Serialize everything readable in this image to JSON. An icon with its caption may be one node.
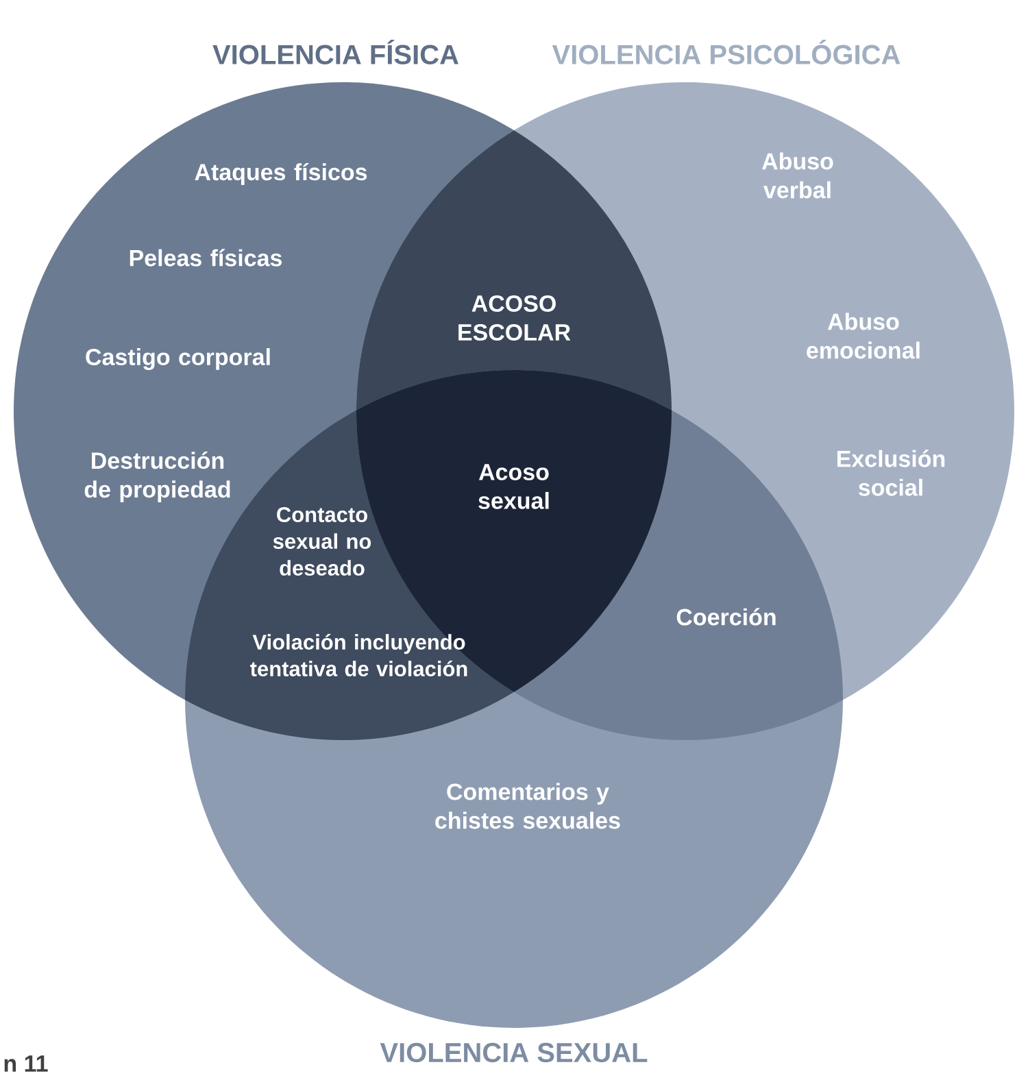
{
  "diagram": {
    "nodes": [
      {
        "text": [
          "VIOLENCIA FÍSICA",
          "Ataques físicos",
          "Peleas físicas",
          "Castigo corporal",
          "Destrucción de propiedad"
        ]
      },
      {
        "text": [
          "VIOLENCIA PSICOLÓGICA",
          "Abuso verbal",
          "Abuso emocional",
          "Exclusión social"
        ]
      },
      {
        "text": [
          "Comentarios y chistes sexuales",
          "VIOLENCIA SEXUAL"
        ]
      }
    ],
    "labels": [
      "ACOSO ESCOLAR",
      "Acoso sexual",
      "Contacto sexual no deseado",
      "Violación incluyendo tentativa de violación",
      "Coerción",
      "n 11"
    ]
  }
}
